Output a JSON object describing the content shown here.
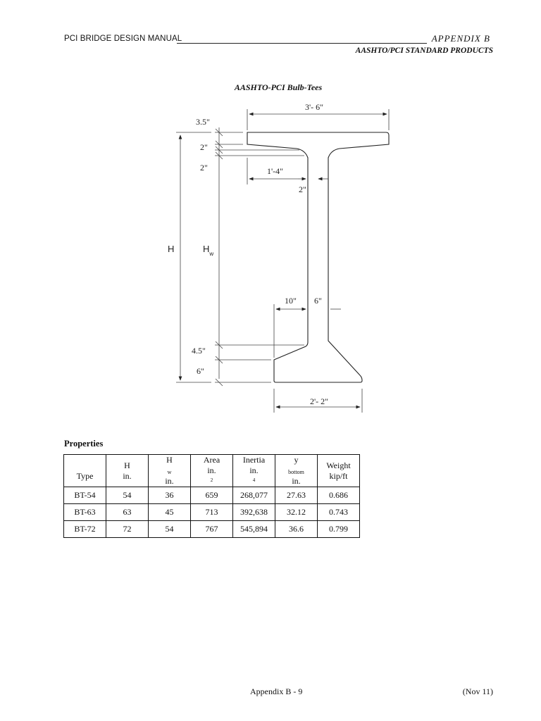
{
  "header": {
    "left": "PCI BRIDGE DESIGN MANUAL",
    "right": "APPENDIX B",
    "sub": "AASHTO/PCI STANDARD PRODUCTS"
  },
  "figure": {
    "title": "AASHTO-PCI Bulb-Tees",
    "dims": {
      "top_width": "3'- 6\"",
      "flange_thk": "3.5\"",
      "taper1": "2\"",
      "taper2": "2\"",
      "flange_overhang": "1'-4\"",
      "fillet": "2\"",
      "height": "H",
      "web_height": "H",
      "web_height_sub": "w",
      "bottom_overhang": "10\"",
      "web_thk": "6\"",
      "bottom_taper": "4.5\"",
      "bottom_thk": "6\"",
      "bottom_width": "2'- 2\""
    }
  },
  "properties": {
    "title": "Properties",
    "headers": [
      {
        "line1": "",
        "line2": "Type"
      },
      {
        "line1": "H",
        "line2": "in."
      },
      {
        "line1": "H",
        "line1_sub": "w",
        "line2": "in."
      },
      {
        "line1": "Area",
        "line2": "in.",
        "line2_sup": "2"
      },
      {
        "line1": "Inertia",
        "line2": "in.",
        "line2_sup": "4"
      },
      {
        "line1": "y",
        "line1_sub": "bottom",
        "line2": "in."
      },
      {
        "line1": "Weight",
        "line2": "kip/ft"
      }
    ],
    "rows": [
      [
        "BT-54",
        "54",
        "36",
        "659",
        "268,077",
        "27.63",
        "0.686"
      ],
      [
        "BT-63",
        "63",
        "45",
        "713",
        "392,638",
        "32.12",
        "0.743"
      ],
      [
        "BT-72",
        "72",
        "54",
        "767",
        "545,894",
        "36.6",
        "0.799"
      ]
    ]
  },
  "footer": {
    "center": "Appendix B - 9",
    "right": "(Nov 11)"
  }
}
